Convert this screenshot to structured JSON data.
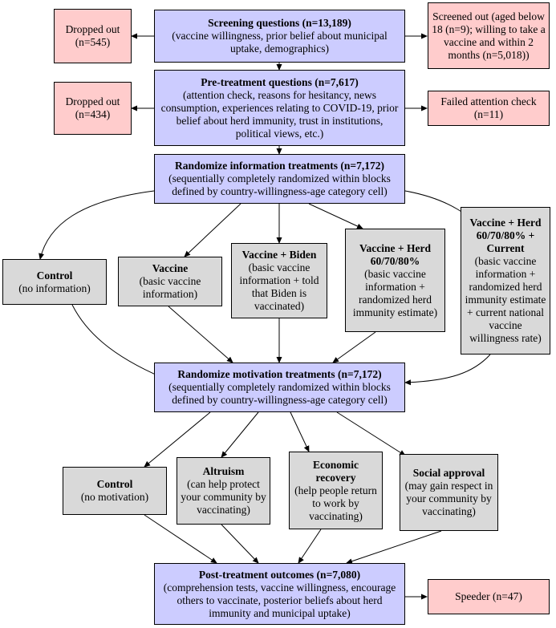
{
  "screening": {
    "title": "Screening questions (n=13,189)",
    "body": "(vaccine willingness, prior belief about municipal uptake, demographics)"
  },
  "dropped_out_1": {
    "text": "Dropped out (n=545)"
  },
  "screened_out": {
    "text": "Screened out (aged below 18 (n=9); willing to take a vaccine and within 2 months (n=5,018))"
  },
  "pretreatment": {
    "title": "Pre-treatment questions (n=7,617)",
    "body": "(attention check, reasons for hesitancy, news consumption, experiences relating to COVID-19, prior belief about herd immunity, trust in institutions, political views, etc.)"
  },
  "dropped_out_2": {
    "text": "Dropped out (n=434)"
  },
  "failed_attention": {
    "text": "Failed attention check (n=11)"
  },
  "randomize_info": {
    "title": "Randomize information treatments (n=7,172)",
    "body": "(sequentially completely randomized within blocks defined by country-willingness-age category cell)"
  },
  "info_treatments": [
    {
      "title": "Control",
      "body": "(no information)"
    },
    {
      "title": "Vaccine",
      "body": "(basic vaccine information)"
    },
    {
      "title": "Vaccine + Biden",
      "body": "(basic vaccine information + told that Biden is vaccinated)"
    },
    {
      "title": "Vaccine + Herd 60/70/80%",
      "body": "(basic vaccine information + randomized herd immunity estimate)"
    },
    {
      "title": "Vaccine + Herd 60/70/80% + Current",
      "body": "(basic vaccine information + randomized herd immunity estimate + current national vaccine willingness rate)"
    }
  ],
  "randomize_motivation": {
    "title": "Randomize motivation treatments (n=7,172)",
    "body": "(sequentially completely randomized within blocks defined by country-willingness-age category cell)"
  },
  "motivation_treatments": [
    {
      "title": "Control",
      "body": "(no motivation)"
    },
    {
      "title": "Altruism",
      "body": "(can help protect your community by vaccinating)"
    },
    {
      "title": "Economic recovery",
      "body": "(help people return to work by vaccinating)"
    },
    {
      "title": "Social approval",
      "body": "(may gain respect in your community by vaccinating)"
    }
  ],
  "post_treatment": {
    "title": "Post-treatment outcomes (n=7,080)",
    "body": "(comprehension tests, vaccine willingness, encourage others to vaccinate, posterior beliefs about herd immunity and municipal uptake)"
  },
  "speeder": {
    "text": "Speeder (n=47)"
  }
}
